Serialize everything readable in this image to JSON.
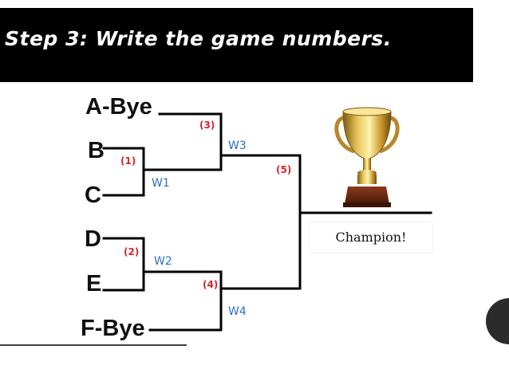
{
  "title": "Step 3: Write the game numbers.",
  "teams": [
    "A-Bye",
    "B",
    "C",
    "D",
    "E",
    "F-Bye"
  ],
  "games": [
    "(1)",
    "(2)",
    "(3)",
    "(4)",
    "(5)"
  ],
  "winners": [
    "W1",
    "W2",
    "W3",
    "W4"
  ],
  "champion_label": "Champion!",
  "colors": {
    "game_numbers": "#d6262d",
    "winners": "#2a6fc4",
    "title_bar": "#000000"
  }
}
